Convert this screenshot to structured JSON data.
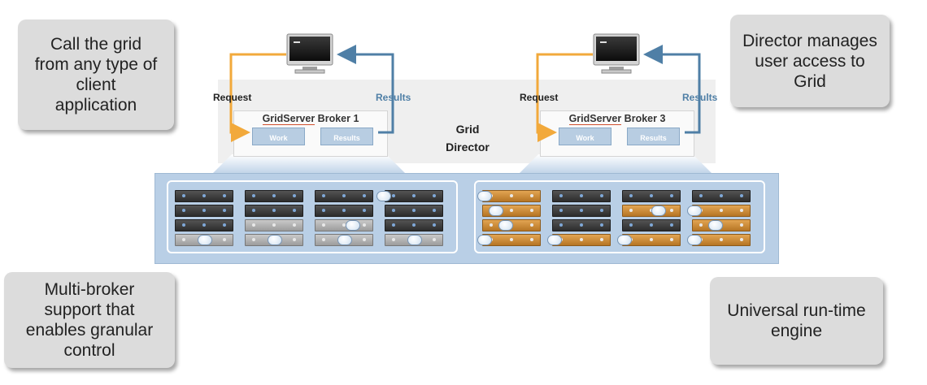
{
  "callouts": {
    "top_left": [
      "Call the grid",
      "from any type of",
      "client",
      "application"
    ],
    "top_right": [
      "Director manages",
      "user access to",
      "Grid"
    ],
    "bottom_left": [
      "Multi-broker",
      "support that",
      "enables granular",
      "control"
    ],
    "bottom_right": [
      "Universal run-time",
      "engine"
    ]
  },
  "flows": [
    {
      "request_label": "Request",
      "results_label": "Results",
      "broker_name": "GridServer",
      "broker_suffix": " Broker 1",
      "work_label": "Work",
      "results_box_label": "Results"
    },
    {
      "request_label": "Request",
      "results_label": "Results",
      "broker_name": "GridServer",
      "broker_suffix": " Broker 3",
      "work_label": "Work",
      "results_box_label": "Results"
    }
  ],
  "director": {
    "line1": "Grid",
    "line2": "Director"
  },
  "colors": {
    "request_arrow": "#f2a93b",
    "results_arrow": "#4f7fa6",
    "engine_panel": "#b9cfe6",
    "callout_bg": "#dcdcdc",
    "server_busy": "#d18e3a"
  },
  "icons": {
    "client": "computer-monitor-icon",
    "engine": "cloud-icon"
  }
}
